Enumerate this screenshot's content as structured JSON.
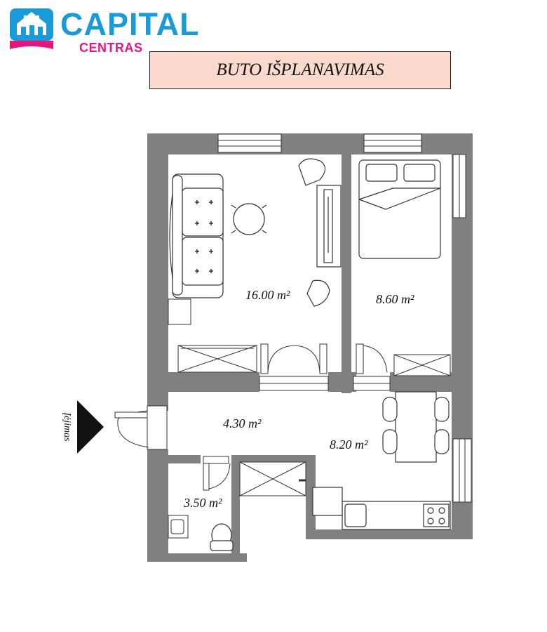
{
  "brand": {
    "name": "CAPITAL",
    "sub": "CENTRAS",
    "primary_color": "#1a9bd7",
    "accent_color": "#e5177e"
  },
  "plan": {
    "title": "BUTO IŠPLANAVIMAS",
    "title_bg": "#fbd9cc",
    "wall_color": "#808080",
    "entrance_label": "Įėjimas",
    "rooms": {
      "living": "16.00 m²",
      "bedroom": "8.60 m²",
      "hall": "4.30 m²",
      "kitchen": "8.20 m²",
      "bathroom": "3.50 m²"
    }
  }
}
